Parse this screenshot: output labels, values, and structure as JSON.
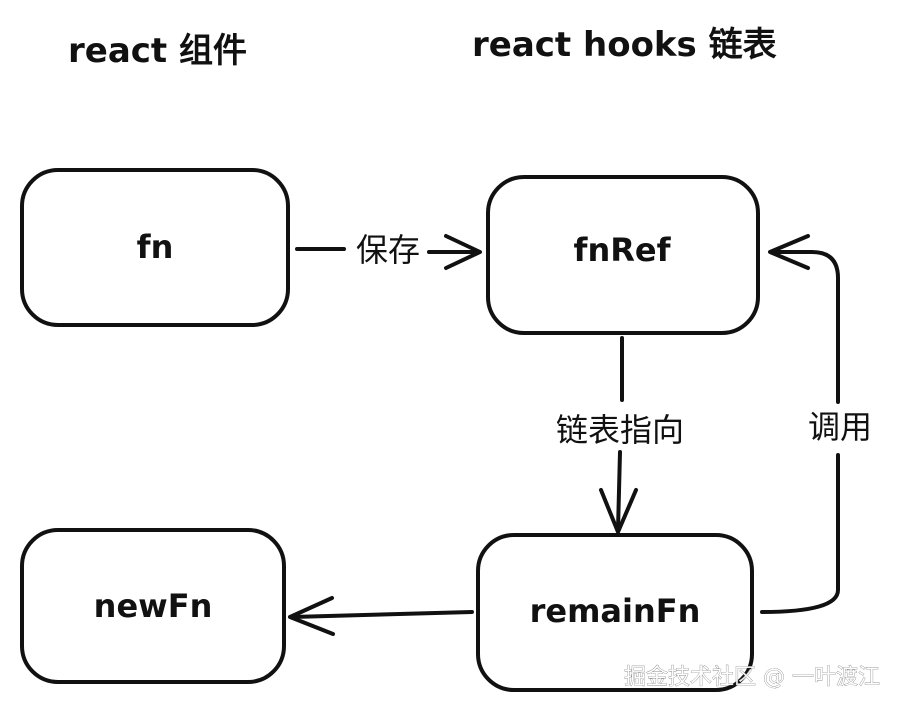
{
  "titles": {
    "left": "react 组件",
    "right": "react hooks 链表"
  },
  "nodes": {
    "fn": "fn",
    "fnRef": "fnRef",
    "remainFn": "remainFn",
    "newFn": "newFn"
  },
  "edges": {
    "save": "保存",
    "linked_list_points": "链表指向",
    "call": "调用"
  },
  "watermark": "掘金技术社区 @ 一叶渡江",
  "colors": {
    "stroke": "#111111",
    "background": "#ffffff"
  }
}
